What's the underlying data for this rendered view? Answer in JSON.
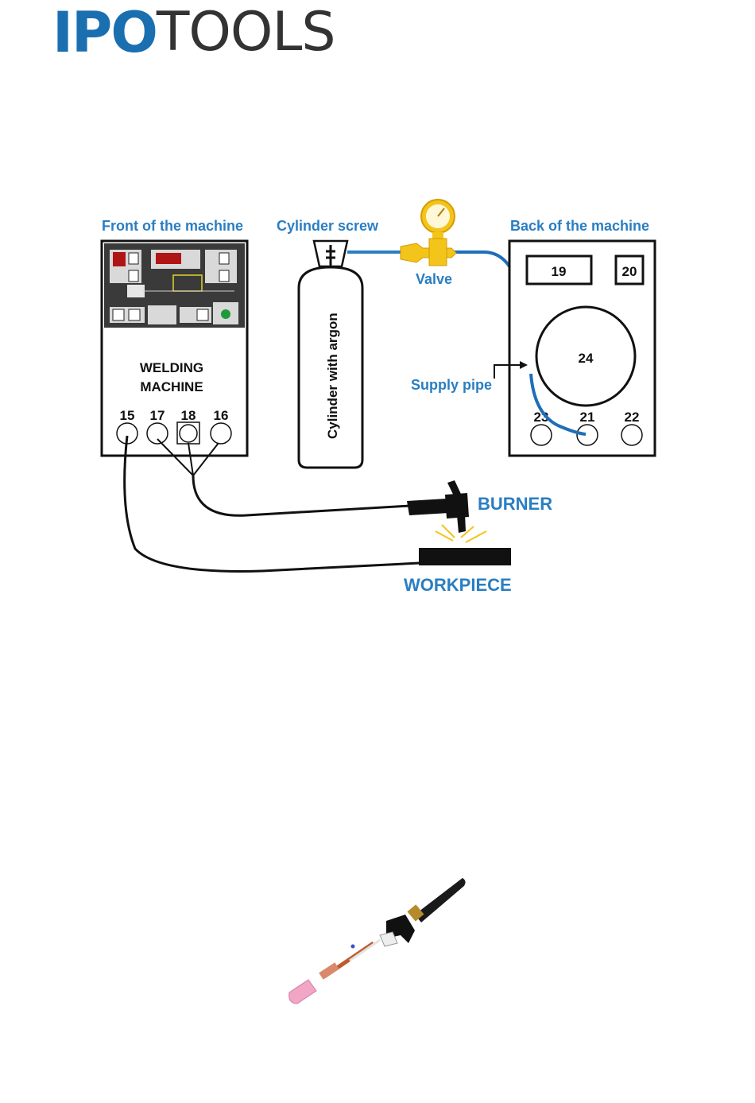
{
  "brand": {
    "part1": "IPO",
    "part2": "TOOLS",
    "color1": "#1a6fb0",
    "color2": "#3a3a3a"
  },
  "diagram": {
    "accent": "#2a7ec2",
    "labels": {
      "front": "Front of the machine",
      "cylinder_screw": "Cylinder screw",
      "valve": "Valve",
      "back": "Back of the machine",
      "supply_pipe": "Supply pipe",
      "cylinder": "Cylinder with argon",
      "welding_machine_1": "WELDING",
      "welding_machine_2": "MACHINE",
      "burner": "BURNER",
      "workpiece": "WORKPIECE"
    },
    "front_ports": [
      "15",
      "17",
      "18",
      "16"
    ],
    "back_ports": [
      "23",
      "21",
      "22"
    ],
    "back_boxes": [
      "19",
      "20",
      "24"
    ]
  },
  "torch_image": {
    "icon": "tig-torch-exploded-icon"
  }
}
